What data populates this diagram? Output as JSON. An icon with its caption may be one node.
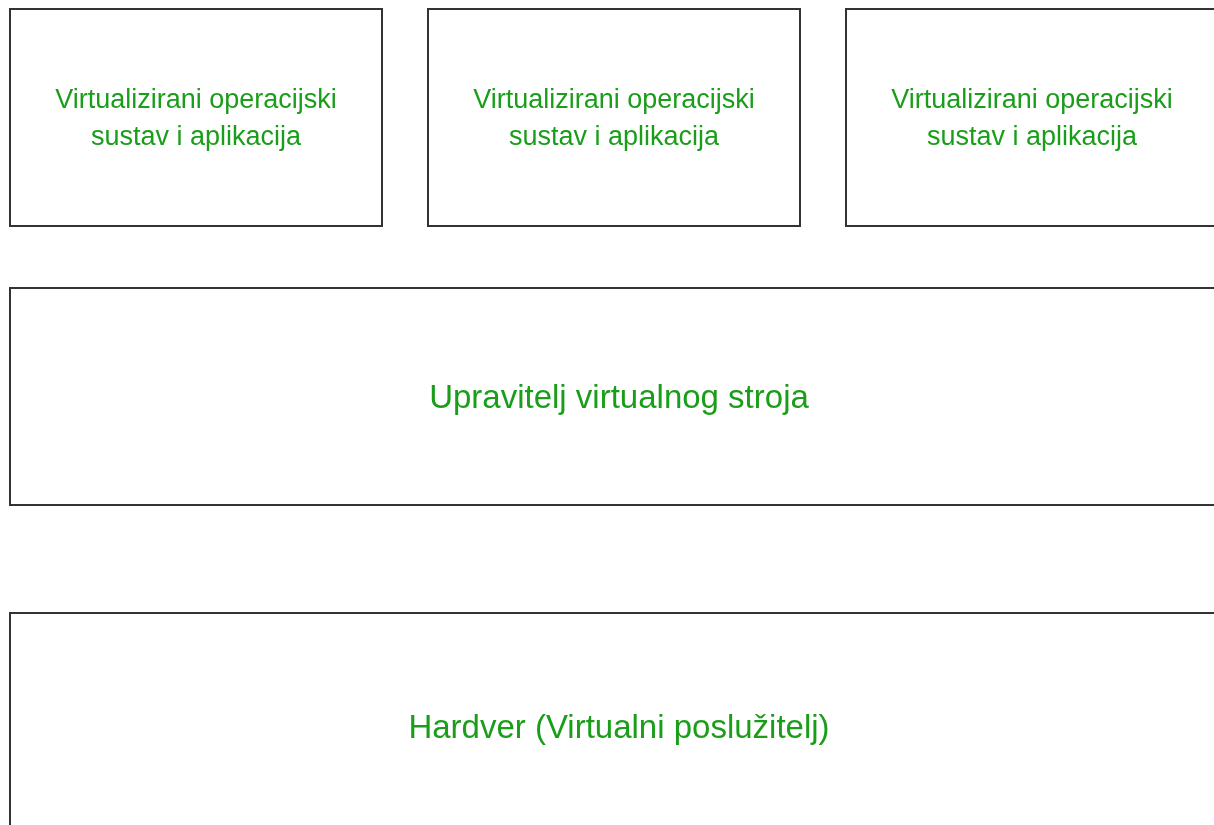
{
  "diagram": {
    "nodes": [
      {
        "text": [
          "Virtualizirani operacijski sustav i aplikacija"
        ]
      },
      {
        "text": [
          "Virtualizirani operacijski sustav i aplikacija"
        ]
      },
      {
        "text": [
          "Virtualizirani operacijski sustav i aplikacija"
        ]
      },
      {
        "text": [
          "Upravitelj virtualnog stroja"
        ]
      },
      {
        "text": [
          "Hardver (Virtualni poslužitelj)"
        ]
      }
    ]
  }
}
